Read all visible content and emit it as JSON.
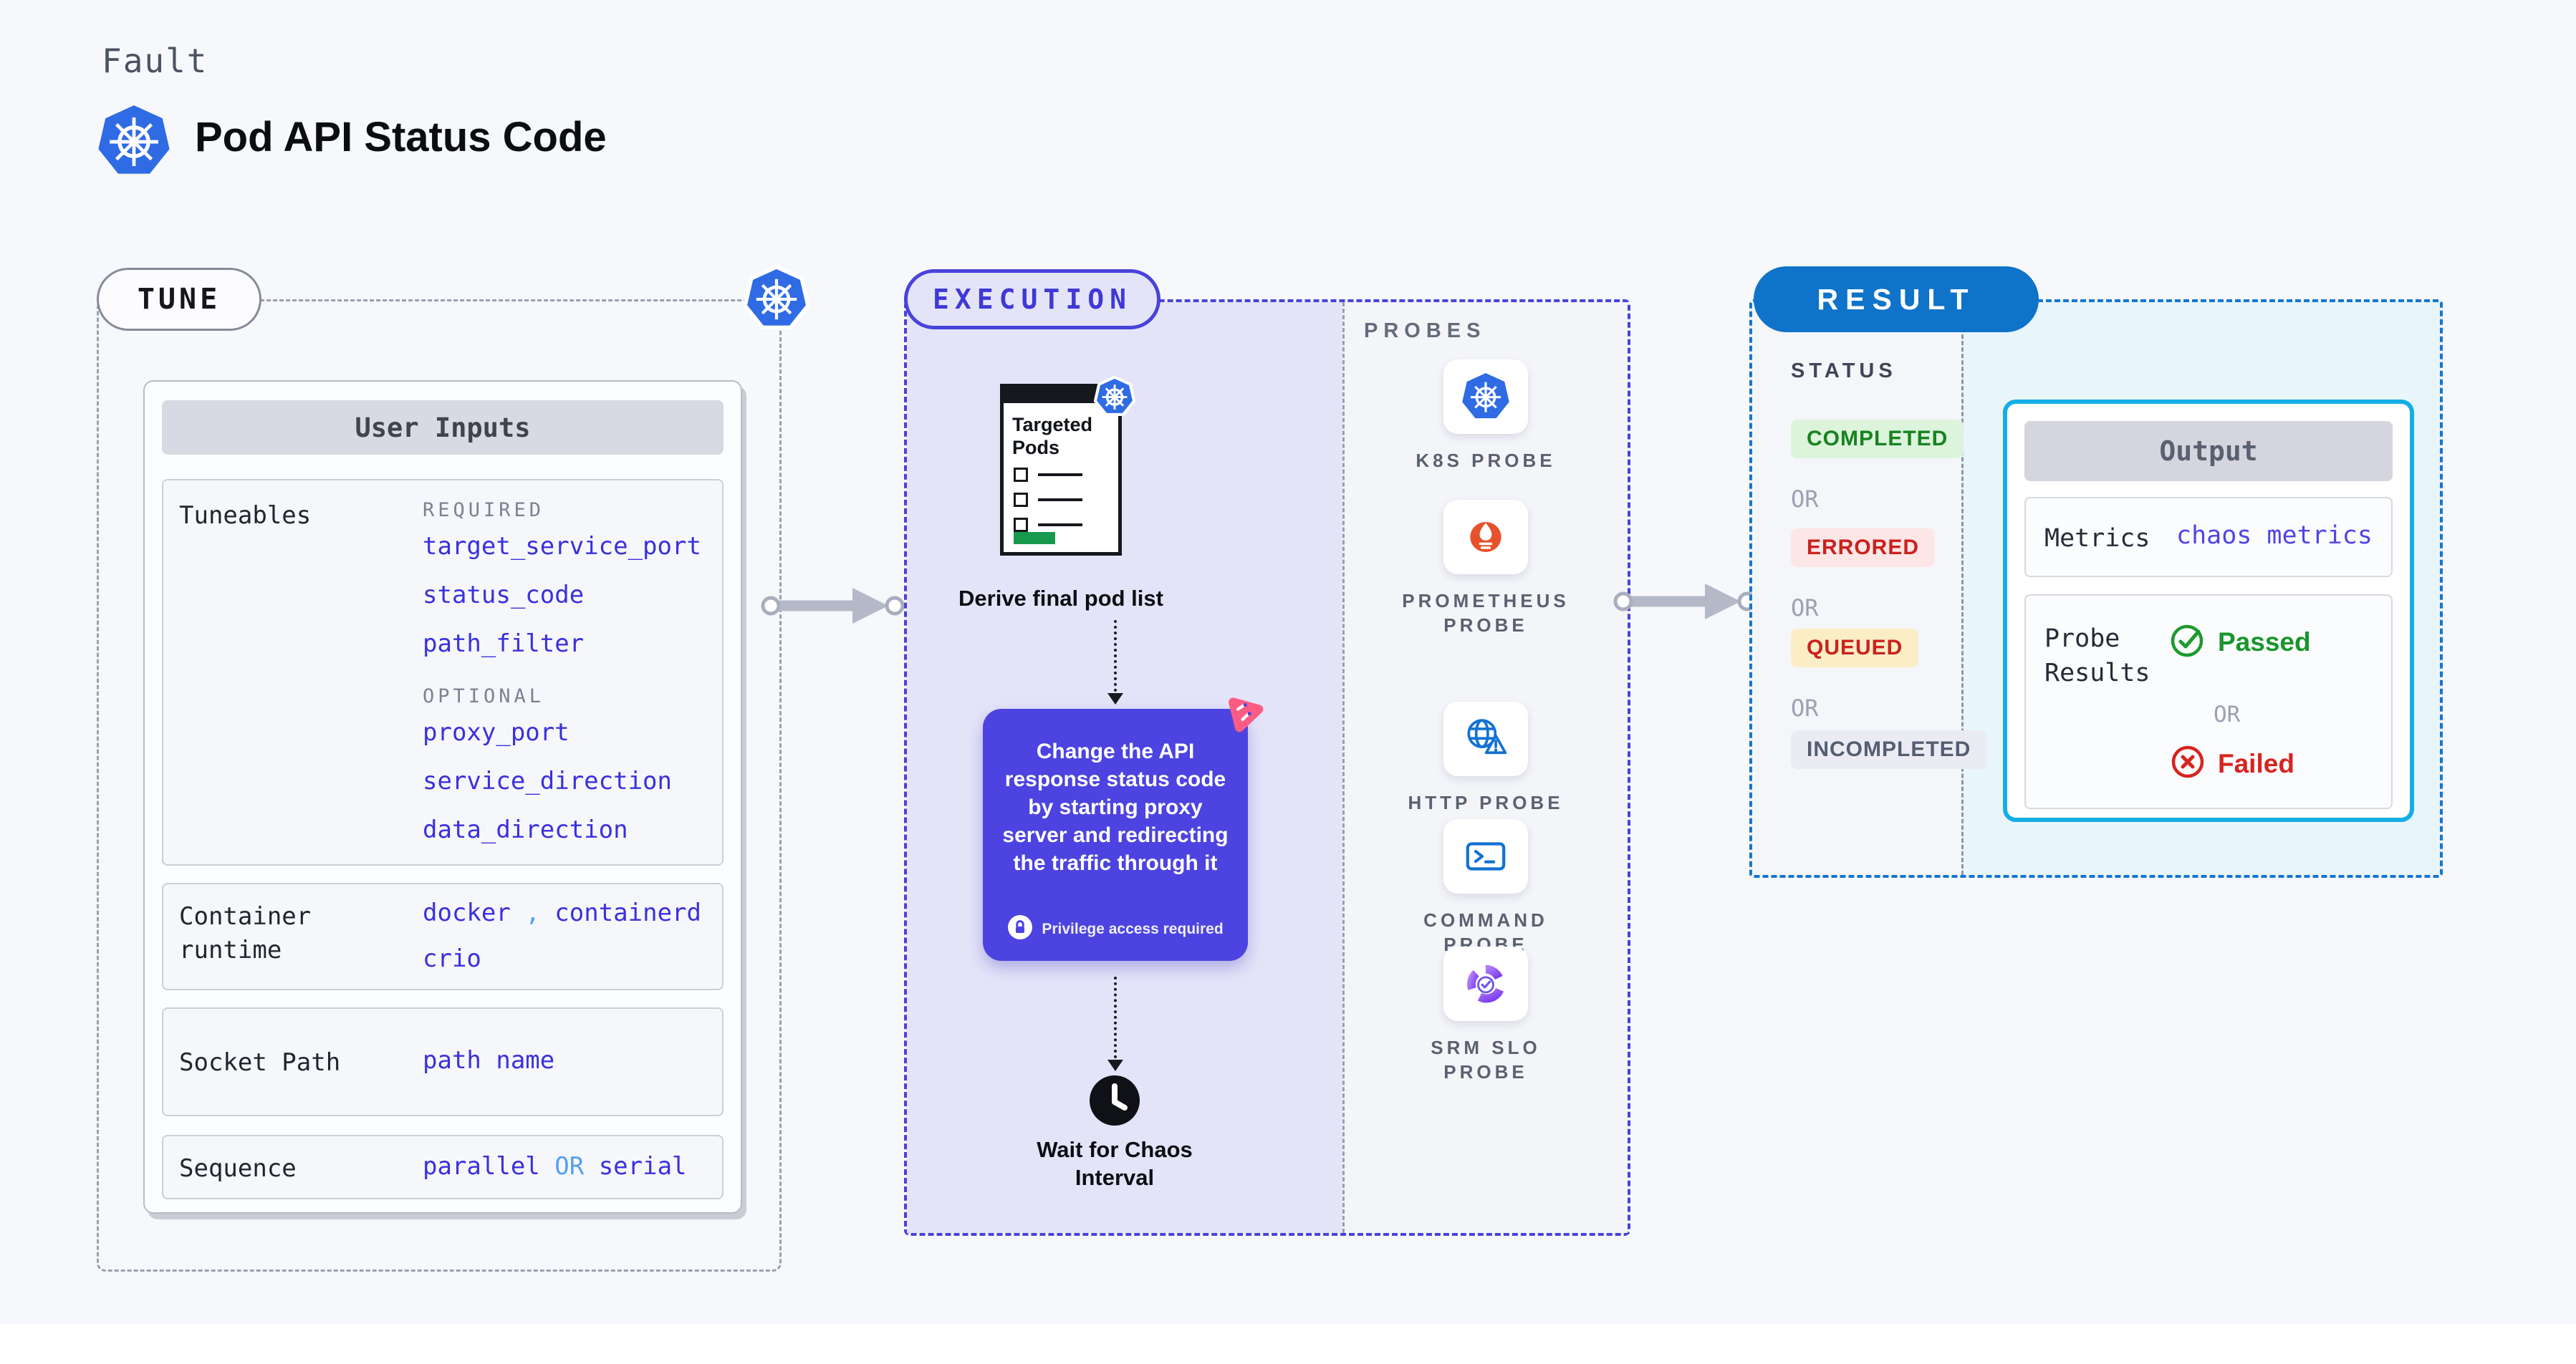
{
  "header": {
    "kicker": "Fault",
    "title": "Pod API Status Code"
  },
  "tune": {
    "badge": "TUNE",
    "table_title": "User Inputs",
    "tuneables_label": "Tuneables",
    "required_heading": "REQUIRED",
    "required_items": [
      "target_service_port",
      "status_code",
      "path_filter"
    ],
    "optional_heading": "OPTIONAL",
    "optional_items": [
      "proxy_port",
      "service_direction",
      "data_direction"
    ],
    "runtime_label": "Container runtime",
    "runtime_values": [
      "docker",
      ",",
      "containerd",
      "crio"
    ],
    "socket_label": "Socket Path",
    "socket_value": "path name",
    "sequence_label": "Sequence",
    "sequence_parts": [
      "parallel",
      "OR",
      "serial"
    ]
  },
  "execution": {
    "badge": "EXECUTION",
    "clipboard_title": "Targeted Pods",
    "derive_caption": "Derive final pod list",
    "action_text": "Change the API response status code by starting proxy server and redirecting the traffic through it",
    "privilege_note": "Privilege access required",
    "wait_caption": "Wait for Chaos Interval"
  },
  "probes": {
    "heading": "PROBES",
    "items": [
      {
        "label": "K8S PROBE",
        "icon": "kubernetes-icon"
      },
      {
        "label": "PROMETHEUS PROBE",
        "icon": "prometheus-icon"
      },
      {
        "label": "HTTP PROBE",
        "icon": "http-globe-warning-icon"
      },
      {
        "label": "COMMAND PROBE",
        "icon": "terminal-icon"
      },
      {
        "label": "SRM SLO PROBE",
        "icon": "slo-pie-check-icon"
      }
    ]
  },
  "result": {
    "badge": "RESULT",
    "status_heading": "STATUS",
    "or_separator": "OR",
    "statuses": [
      {
        "label": "COMPLETED",
        "type": "success"
      },
      {
        "label": "ERRORED",
        "type": "error"
      },
      {
        "label": "QUEUED",
        "type": "queued"
      },
      {
        "label": "INCOMPLETED",
        "type": "incomplete"
      }
    ],
    "output": {
      "title": "Output",
      "metrics_label": "Metrics",
      "metrics_value": "chaos metrics",
      "probe_results_label": "Probe Results",
      "passed": "Passed",
      "or": "OR",
      "failed": "Failed"
    }
  },
  "colors": {
    "accent_purple": "#4c43e0",
    "accent_blue": "#0e73c9",
    "accent_cyan": "#15ade5",
    "value_blue": "#3a30de",
    "value_light_blue": "#55a0f1",
    "success_green": "#17831f",
    "fail_red": "#cb211d",
    "queued_yellow_bg": "#fbeec6",
    "kubernetes_blue": "#2e6be4",
    "prometheus_orange": "#e6522c",
    "chaos_pink": "#fb5c84"
  }
}
